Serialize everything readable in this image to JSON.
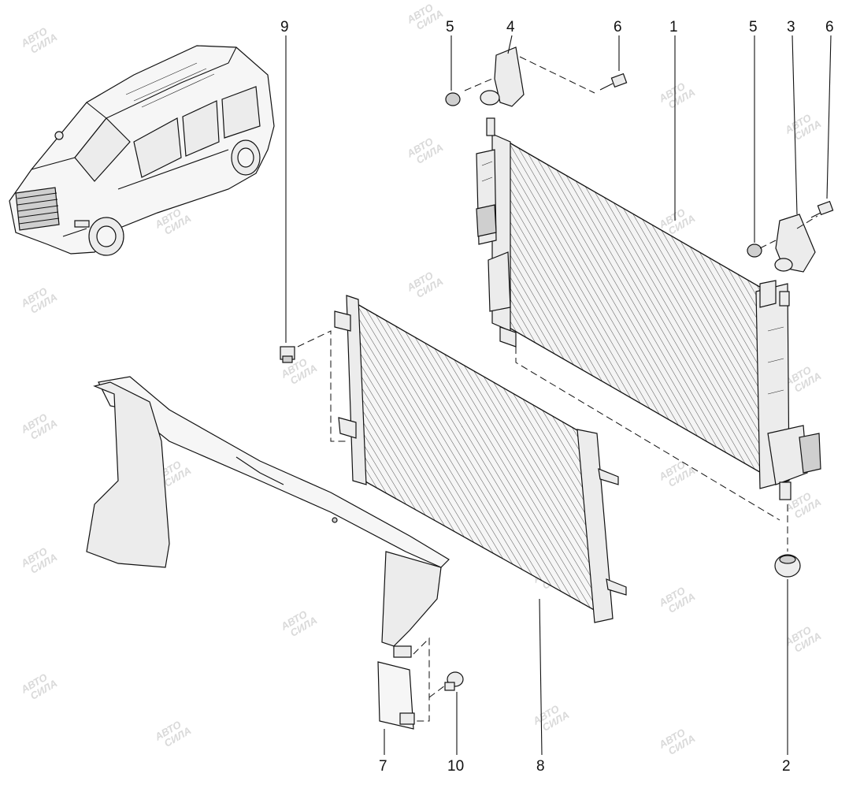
{
  "watermark": {
    "line1": "АВТО",
    "line2": "СИЛА",
    "color": "#d9d9d9"
  },
  "callouts": [
    {
      "id": "1",
      "label": "1"
    },
    {
      "id": "2",
      "label": "2"
    },
    {
      "id": "3",
      "label": "3"
    },
    {
      "id": "4",
      "label": "4"
    },
    {
      "id": "5a",
      "label": "5"
    },
    {
      "id": "5b",
      "label": "5"
    },
    {
      "id": "6a",
      "label": "6"
    },
    {
      "id": "6b",
      "label": "6"
    },
    {
      "id": "7",
      "label": "7"
    },
    {
      "id": "8",
      "label": "8"
    },
    {
      "id": "9",
      "label": "9"
    },
    {
      "id": "10",
      "label": "10"
    }
  ],
  "colors": {
    "ink": "#111111",
    "fill": "#ececec",
    "background": "#ffffff"
  }
}
